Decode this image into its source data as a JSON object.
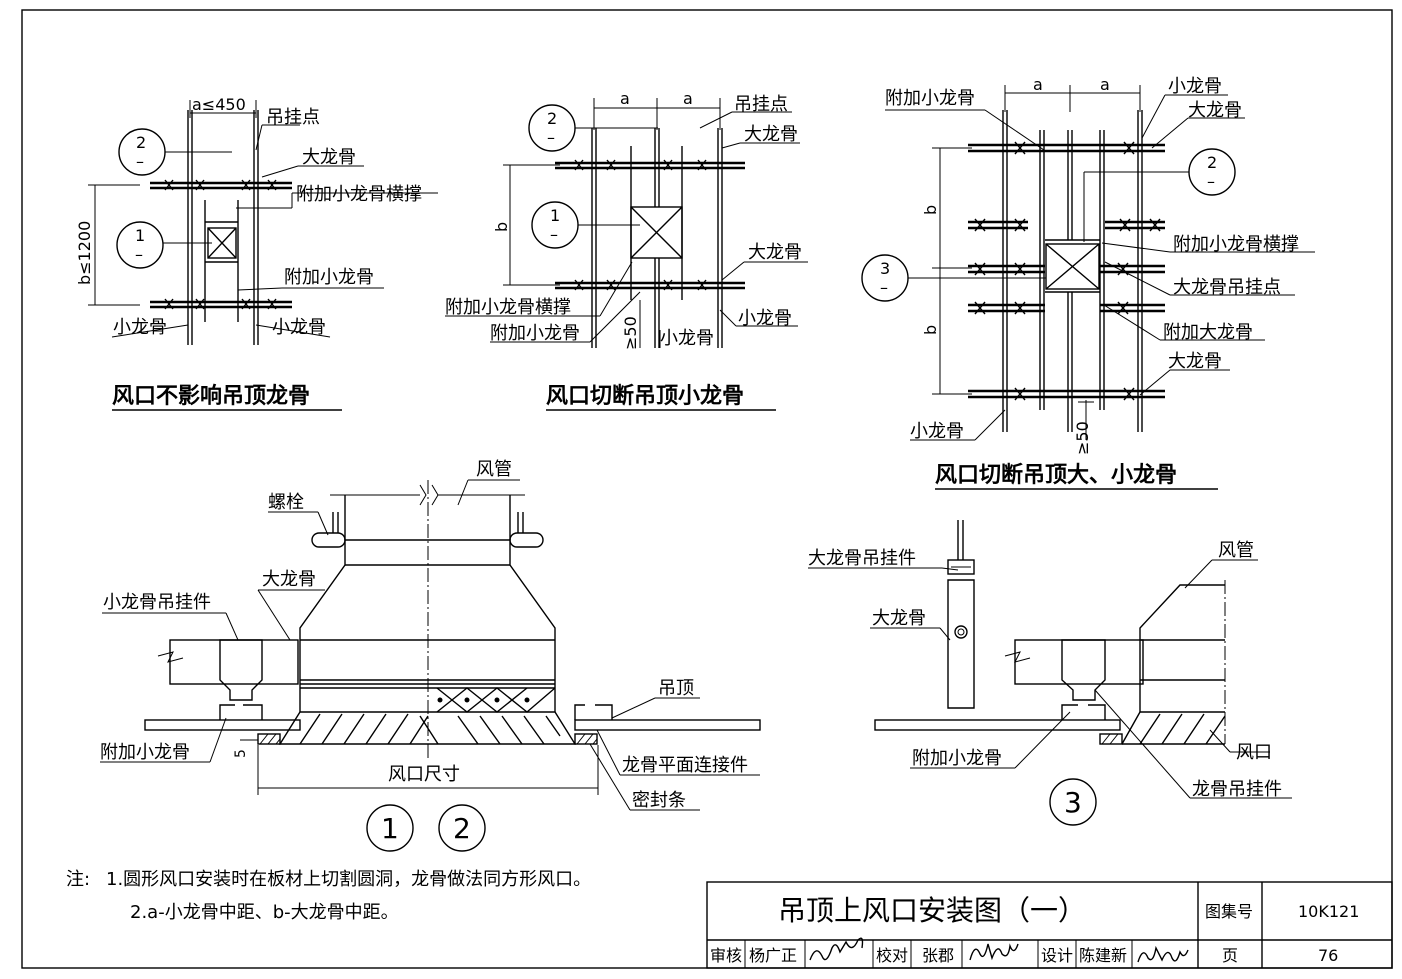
{
  "diagram1": {
    "title": "风口不影响吊顶龙骨",
    "dim_a": "a≤450",
    "dim_b": "b≤1200",
    "labels": [
      "吊挂点",
      "大龙骨",
      "附加小龙骨横撑",
      "附加小龙骨",
      "小龙骨",
      "小龙骨"
    ],
    "callout_1": "1",
    "callout_2": "2",
    "dash": "–"
  },
  "diagram2": {
    "title": "风口切断吊顶小龙骨",
    "dim_a1": "a",
    "dim_a2": "a",
    "dim_b": "b",
    "dim_50": "≥50",
    "labels": [
      "吊挂点",
      "大龙骨",
      "大龙骨",
      "附加小龙骨横撑",
      "附加小龙骨",
      "小龙骨",
      "小龙骨"
    ],
    "callout_1": "1",
    "callout_2": "2",
    "dash": "–"
  },
  "diagram3": {
    "title": "风口切断吊顶大、小龙骨",
    "dim_a1": "a",
    "dim_a2": "a",
    "dim_b1": "b",
    "dim_b2": "b",
    "dim_50": "≥50",
    "labels": [
      "附加小龙骨",
      "小龙骨",
      "大龙骨",
      "附加小龙骨横撑",
      "大龙骨吊挂点",
      "附加大龙骨",
      "大龙骨",
      "小龙骨"
    ],
    "callout_2": "2",
    "callout_3": "3",
    "dash": "–"
  },
  "section12": {
    "labels": [
      "风管",
      "螺栓",
      "大龙骨",
      "小龙骨吊挂件",
      "吊顶",
      "附加小龙骨",
      "龙骨平面连接件",
      "密封条"
    ],
    "dim_size": "风口尺寸",
    "dim_5": "5",
    "mark_1": "1",
    "mark_2": "2"
  },
  "section3": {
    "labels": [
      "大龙骨吊挂件",
      "风管",
      "大龙骨",
      "附加小龙骨",
      "风口",
      "龙骨吊挂件"
    ],
    "mark_3": "3"
  },
  "notes": {
    "prefix": "注:",
    "line1": "1.圆形风口安装时在板材上切割圆洞，龙骨做法同方形风口。",
    "line2": "2.a-小龙骨中距、b-大龙骨中距。"
  },
  "titleblock": {
    "title": "吊顶上风口安装图（一）",
    "atlas_label": "图集号",
    "atlas_no": "10K121",
    "page_label": "页",
    "page_no": "76",
    "review_label": "审核",
    "review_name": "杨广正",
    "check_label": "校对",
    "check_name": "张郡",
    "design_label": "设计",
    "design_name": "陈建新",
    "sig_review": "杨广正",
    "sig_check": "张郡",
    "sig_design": "陈建新"
  }
}
